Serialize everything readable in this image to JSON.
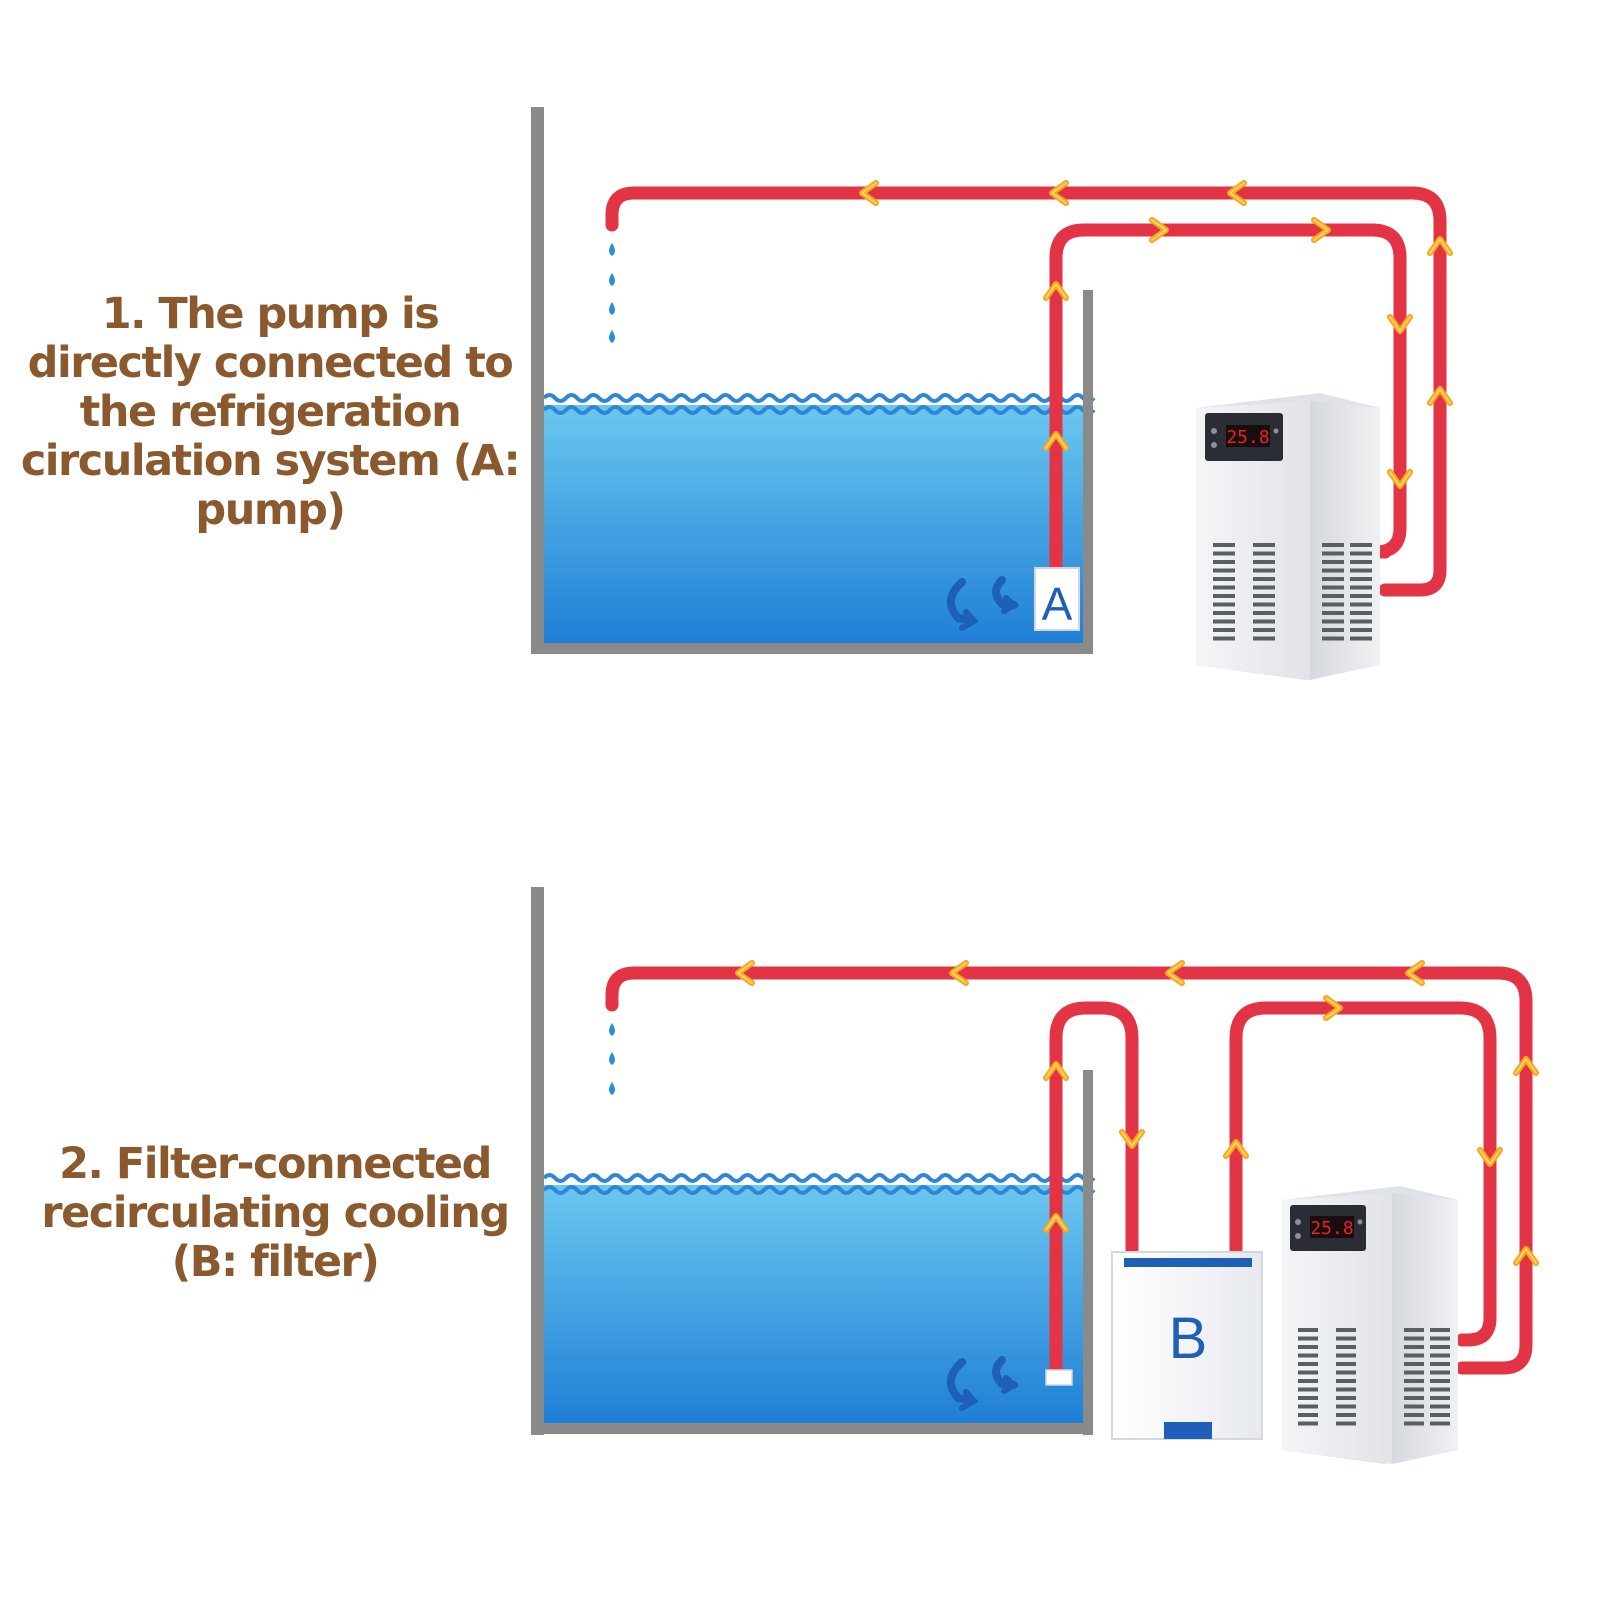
{
  "colors": {
    "caption": "#8a5a2e",
    "pipe": "#e23445",
    "arrow": "#f5a623",
    "water_top": "#6cc7ef",
    "water_bottom": "#1f7fd6",
    "tank_wall": "#8a8a8a",
    "label_blue": "#1e5fb8",
    "display_red": "#e8202a"
  },
  "panel1": {
    "caption": "1. The pump is directly connected to the refrigeration circulation system (A: pump)",
    "pump_label": "A",
    "chiller_display": "25.8"
  },
  "panel2": {
    "caption": "2. Filter-connected recirculating cooling (B: filter)",
    "filter_label": "B",
    "chiller_display": "25.8"
  }
}
